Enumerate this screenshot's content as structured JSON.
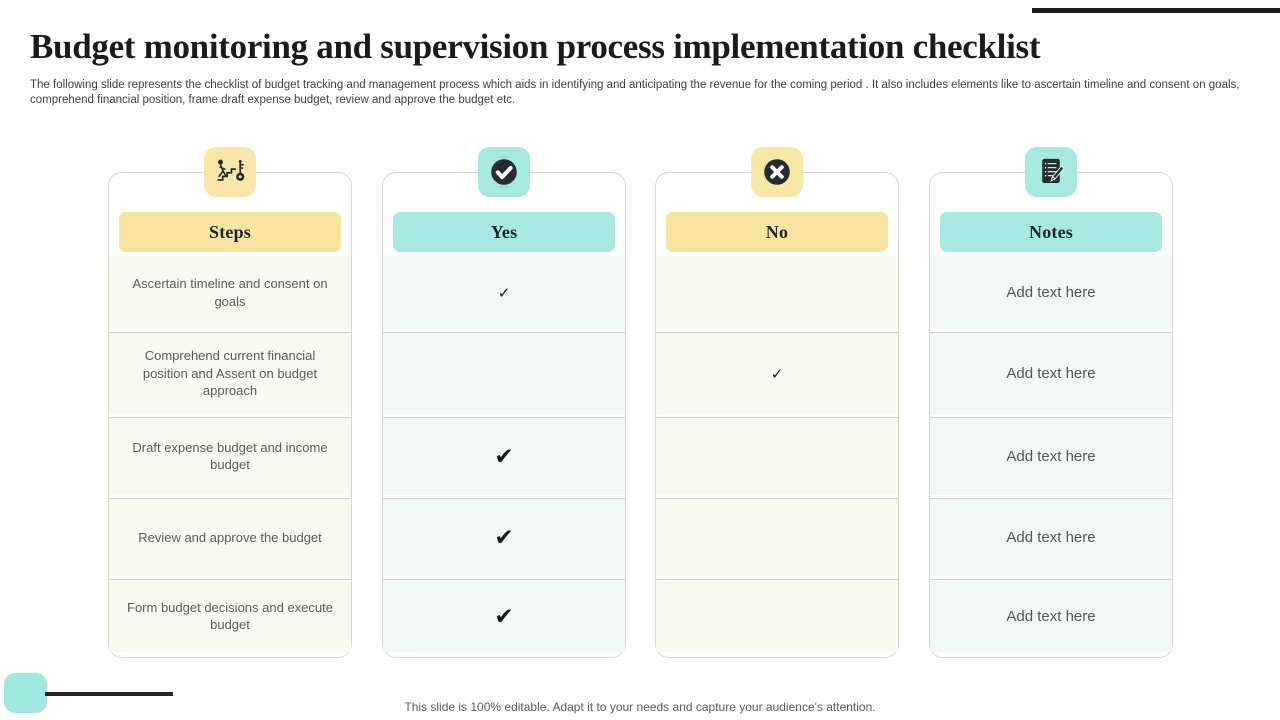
{
  "slide": {
    "title": "Budget monitoring and supervision process implementation checklist",
    "subtitle": "The following slide represents the checklist of budget tracking and management process which aids in identifying and anticipating the revenue for the coming period . It also includes elements like to ascertain timeline and consent on goals, comprehend financial position, frame draft expense budget, review and approve the budget etc.",
    "footer": "This slide is 100% editable. Adapt it to your needs and capture your audience's attention."
  },
  "columns": [
    {
      "header": "Steps",
      "icon": "steps-climb-icon",
      "theme": "yellow"
    },
    {
      "header": "Yes",
      "icon": "check-circle-icon",
      "theme": "teal"
    },
    {
      "header": "No",
      "icon": "cross-circle-icon",
      "theme": "yellow"
    },
    {
      "header": "Notes",
      "icon": "notepad-pencil-icon",
      "theme": "teal"
    }
  ],
  "rows": [
    {
      "step": "Ascertain timeline and consent on goals",
      "yes": "✓",
      "no": "",
      "notes": "Add text here"
    },
    {
      "step": "Comprehend current financial position and Assent on budget approach",
      "yes": "",
      "no": "✓",
      "notes": "Add text here"
    },
    {
      "step": "Draft expense budget and income budget",
      "yes": "✔",
      "no": "",
      "notes": "Add text here"
    },
    {
      "step": "Review and approve the budget",
      "yes": "✔",
      "no": "",
      "notes": "Add text here"
    },
    {
      "step": "Form budget decisions and execute budget",
      "yes": "✔",
      "no": "",
      "notes": "Add text here"
    }
  ],
  "colors": {
    "yellow_accent": "#F8E6A6",
    "teal_accent": "#A7E8E1",
    "dark_icon": "#262B31",
    "cream_cell": "#FBF9EF",
    "aqua_cell": "#F1F8F8",
    "top_bar": "#1b1b1b"
  }
}
